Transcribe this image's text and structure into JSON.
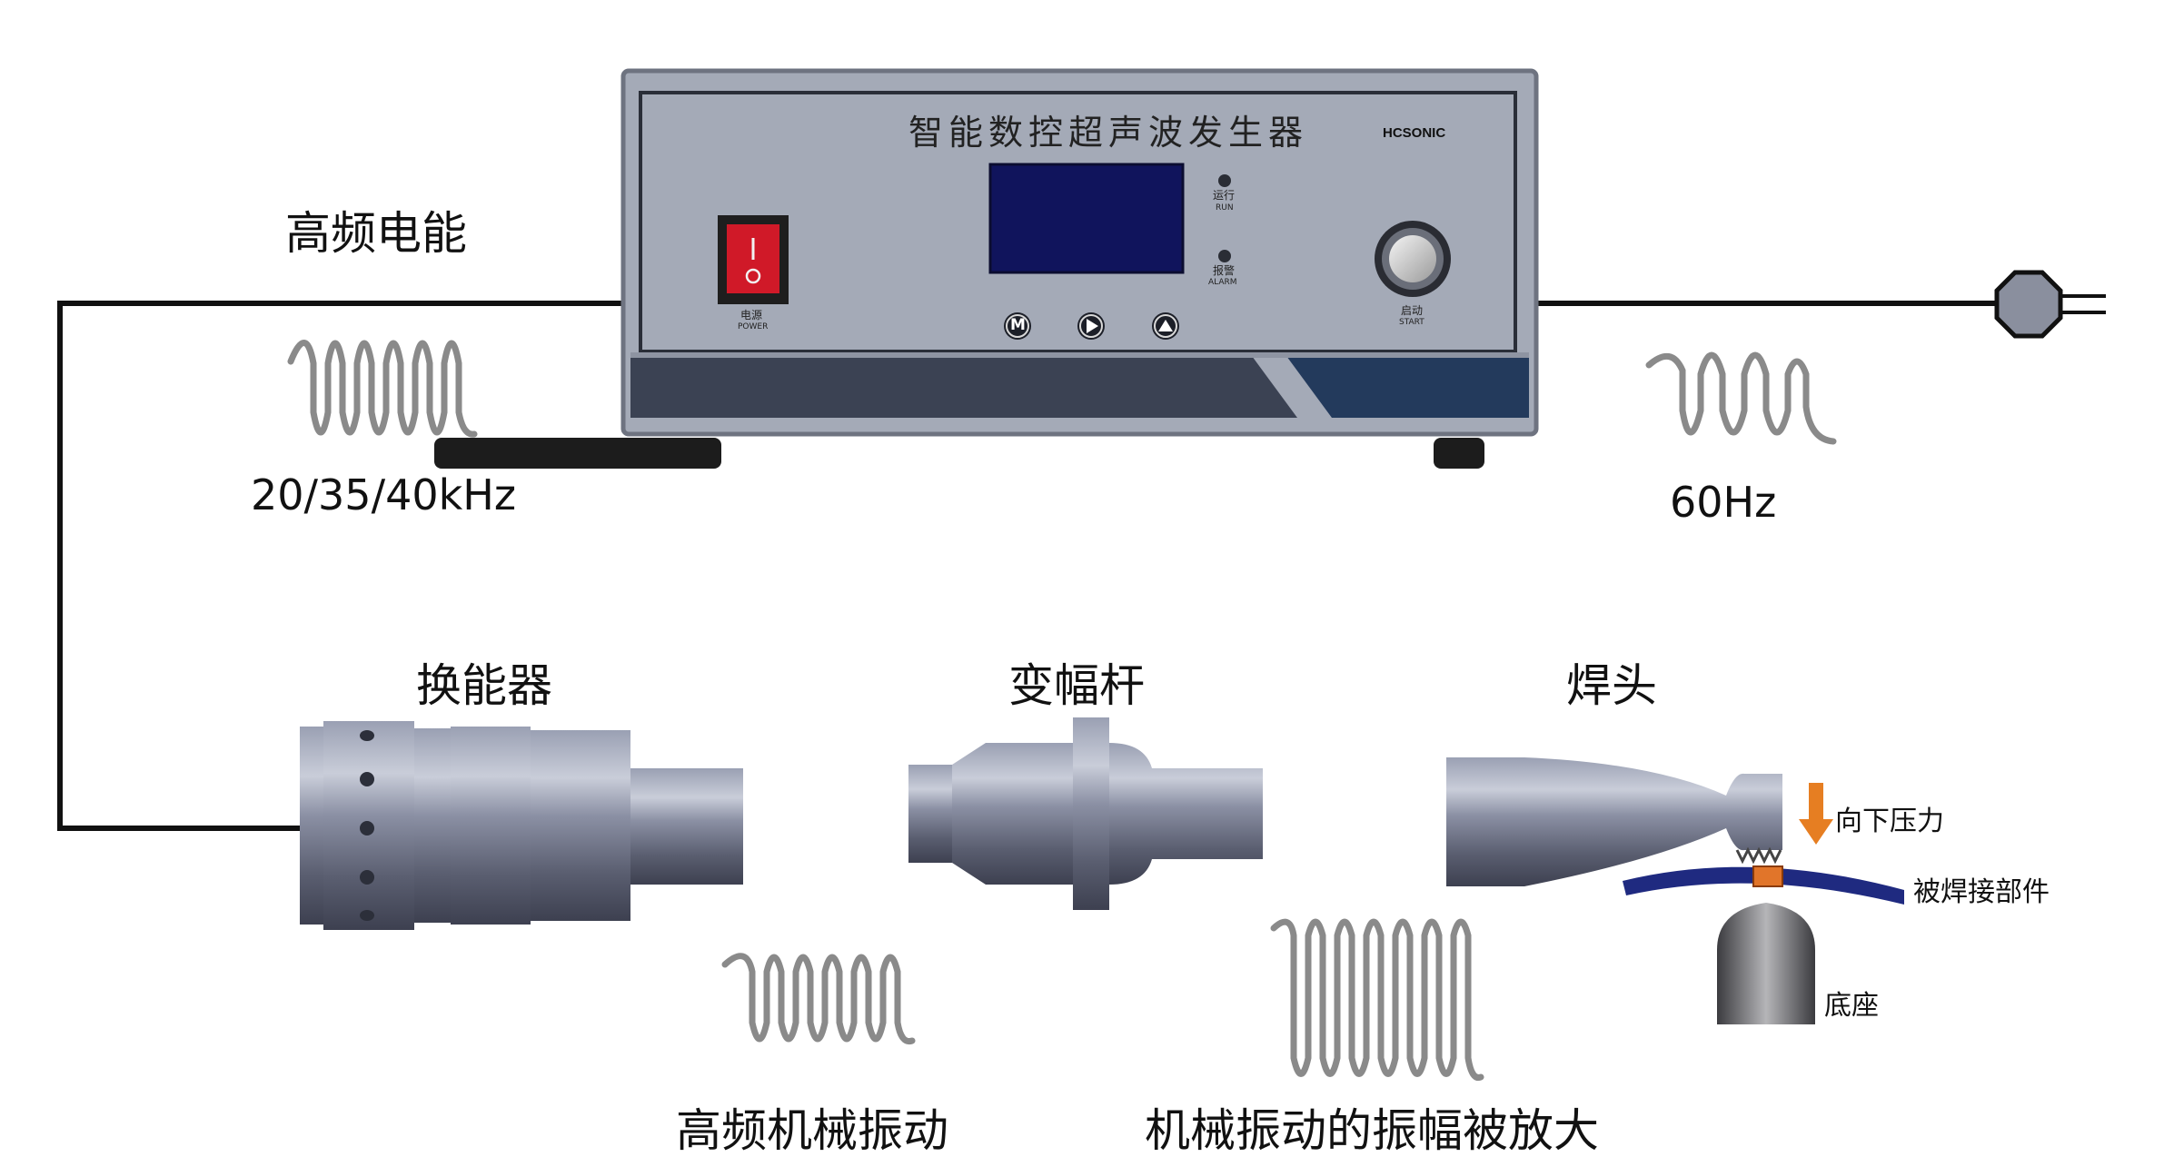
{
  "generator": {
    "title": "智能数控超声波发生器",
    "brand": "HCSONIC",
    "power_cn": "电源",
    "power_en": "POWER",
    "run_cn": "运行",
    "run_en": "RUN",
    "alarm_cn": "报警",
    "alarm_en": "ALARM",
    "start_cn": "启动",
    "start_en": "START",
    "btn_m": "M"
  },
  "labels": {
    "hf_power": "高频电能",
    "hf_freq": "20/35/40kHz",
    "mains_freq": "60Hz",
    "transducer": "换能器",
    "booster": "变幅杆",
    "horn": "焊头",
    "hf_vibration": "高频机械振动",
    "amplified": "机械振动的振幅被放大",
    "pressure": "向下压力",
    "workpiece": "被焊接部件",
    "base": "底座"
  },
  "colors": {
    "panel": "#a4aab7",
    "screen": "#10145c",
    "power_switch": "#d01928",
    "stripe_dark": "#3b4253",
    "stripe_blue": "#233a5c",
    "metal": "#6e7386",
    "arrow": "#e67e22",
    "workpiece": "#1f2a80",
    "weld": "#e1752a",
    "wave": "#8a8a8a"
  }
}
